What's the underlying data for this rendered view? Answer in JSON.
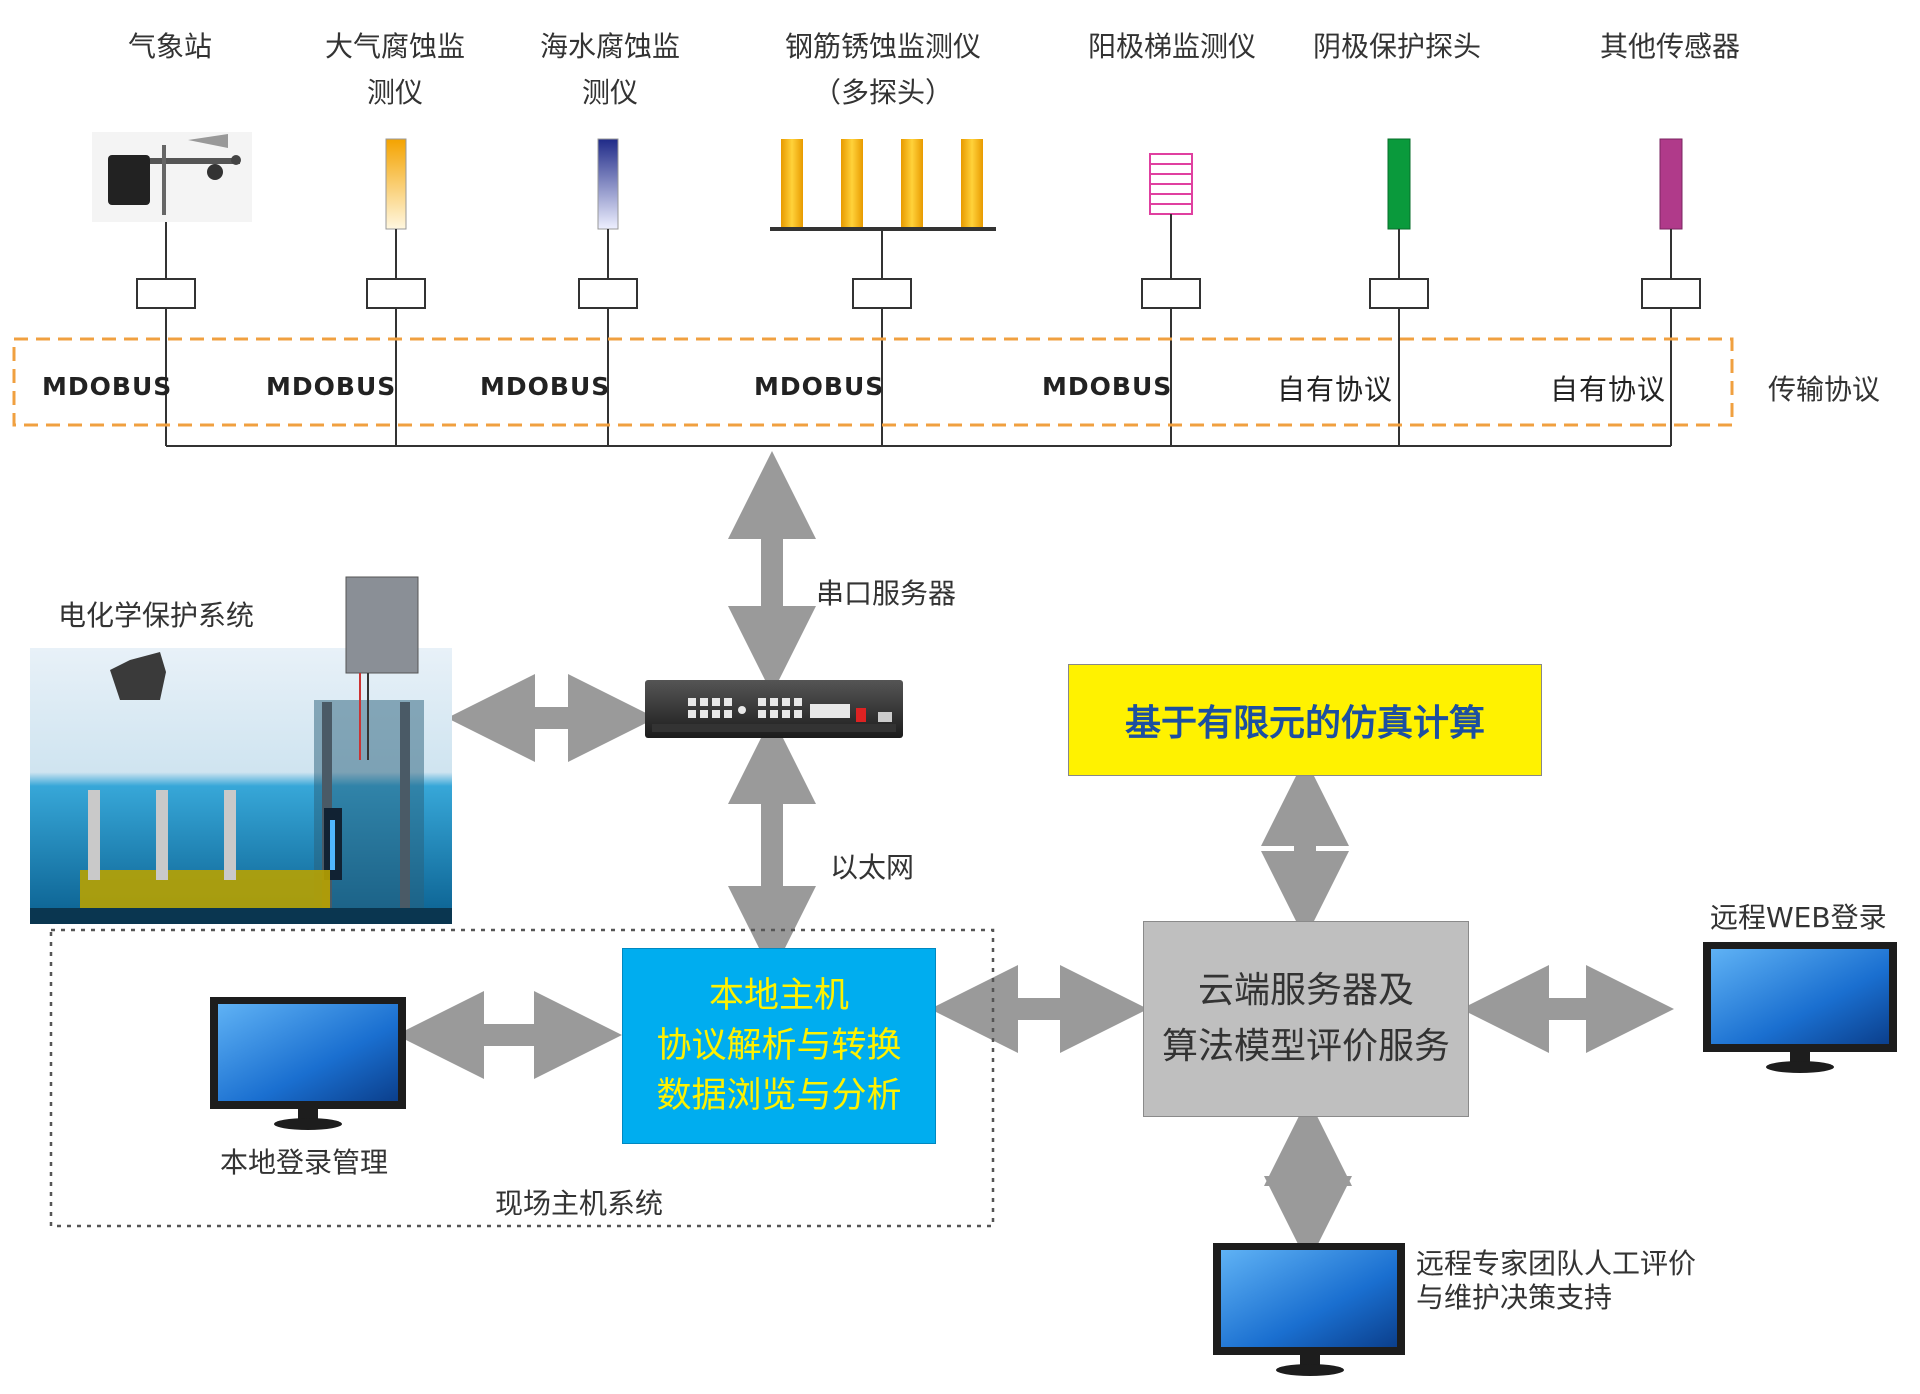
{
  "sensors": [
    {
      "line1": "气象站",
      "line2": ""
    },
    {
      "line1": "大气腐蚀监",
      "line2": "测仪"
    },
    {
      "line1": "海水腐蚀监",
      "line2": "测仪"
    },
    {
      "line1": "钢筋锈蚀监测仪",
      "line2": "（多探头）"
    },
    {
      "line1": "阳极梯监测仪",
      "line2": ""
    },
    {
      "line1": "阴极保护探头",
      "line2": ""
    },
    {
      "line1": "其他传感器",
      "line2": ""
    }
  ],
  "protocols": [
    "MDOBUS",
    "MDOBUS",
    "MDOBUS",
    "MDOBUS",
    "MDOBUS",
    "自有协议",
    "自有协议"
  ],
  "protocol_group_label": "传输协议",
  "serial_server_label": "串口服务器",
  "ethernet_label": "以太网",
  "electrochem_label": "电化学保护系统",
  "fem_box": "基于有限元的仿真计算",
  "local_host": [
    "本地主机",
    "协议解析与转换",
    "数据浏览与分析"
  ],
  "cloud_server": [
    "云端服务器及",
    "算法模型评价服务"
  ],
  "local_login_label": "本地登录管理",
  "site_system_label": "现场主机系统",
  "remote_web_label": "远程WEB登录",
  "expert_note": [
    "远程专家团队人工评价",
    "与维护决策支持"
  ],
  "colors": {
    "atm_probe": "#f4b400",
    "sea_probe": "#2a2f8f",
    "rebar_probe": "#f6b400",
    "anode_ladder": "#e040a0",
    "cathode_probe": "#0a9a3c",
    "other_sensor": "#b03a8a",
    "protocol_border": "#f0a040",
    "arrow": "#9a9a9a",
    "fem_fill": "#fff200",
    "local_fill": "#00adef",
    "cloud_fill": "#bfbfbf",
    "monitor_screen": "#1a78d8"
  }
}
